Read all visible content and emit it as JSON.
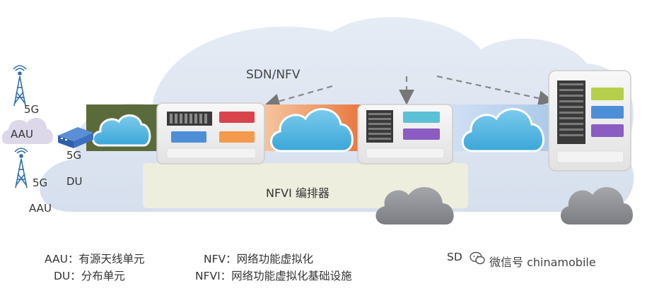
{
  "labels": {
    "sdn_nfv": "SDN/NFV",
    "five_g_top": "5G",
    "aau_cloud": "AAU",
    "five_g_du": "5G",
    "du": "DU",
    "five_g_bottom": "5G",
    "aau_bottom": "AAU",
    "nfvi_orchestrator": "NFVI 编排器"
  },
  "legend": {
    "aau": "AAU：有源天线单元",
    "du": "DU：分布单元",
    "nfv": "NFV：网络功能虚拟化",
    "nfvi": "NFVI：网络功能虚拟化基础设施",
    "sdn_partial": "SD"
  },
  "watermark": "微信号 chinamobile",
  "colors": {
    "big_cloud": "#dfe6f2",
    "dark_band": "#5b6a3a",
    "orange_band": "#f0a070",
    "orange_band_dark": "#e8733a",
    "blue_band": "#a9c8ea",
    "small_cloud": "#5bb7e2",
    "gray_cloud": "#8a8c90",
    "red_slot": "#d9434c",
    "orange_slot": "#f39a4c",
    "blue_slot": "#4d8fd6",
    "teal_slot": "#5cc0d6",
    "purple_slot": "#8b5cc2",
    "green_slot": "#b6cf4a"
  }
}
